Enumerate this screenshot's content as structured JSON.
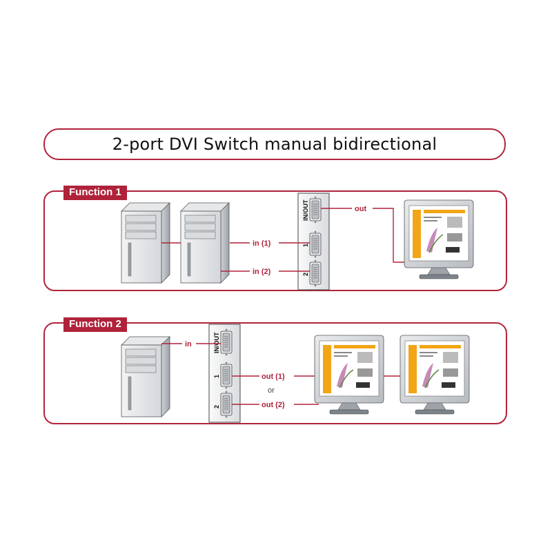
{
  "title": "2-port DVI Switch manual bidirectional",
  "function1": {
    "label": "Function 1",
    "in1": "in (1)",
    "in2": "in (2)",
    "out": "out",
    "port_inout": "IN/OUT",
    "port_1": "1",
    "port_2": "2"
  },
  "function2": {
    "label": "Function 2",
    "in": "in",
    "out1": "out (1)",
    "or": "or",
    "out2": "out (2)",
    "port_inout": "IN/OUT",
    "port_1": "1",
    "port_2": "2"
  },
  "colors": {
    "accent": "#b0223a"
  }
}
